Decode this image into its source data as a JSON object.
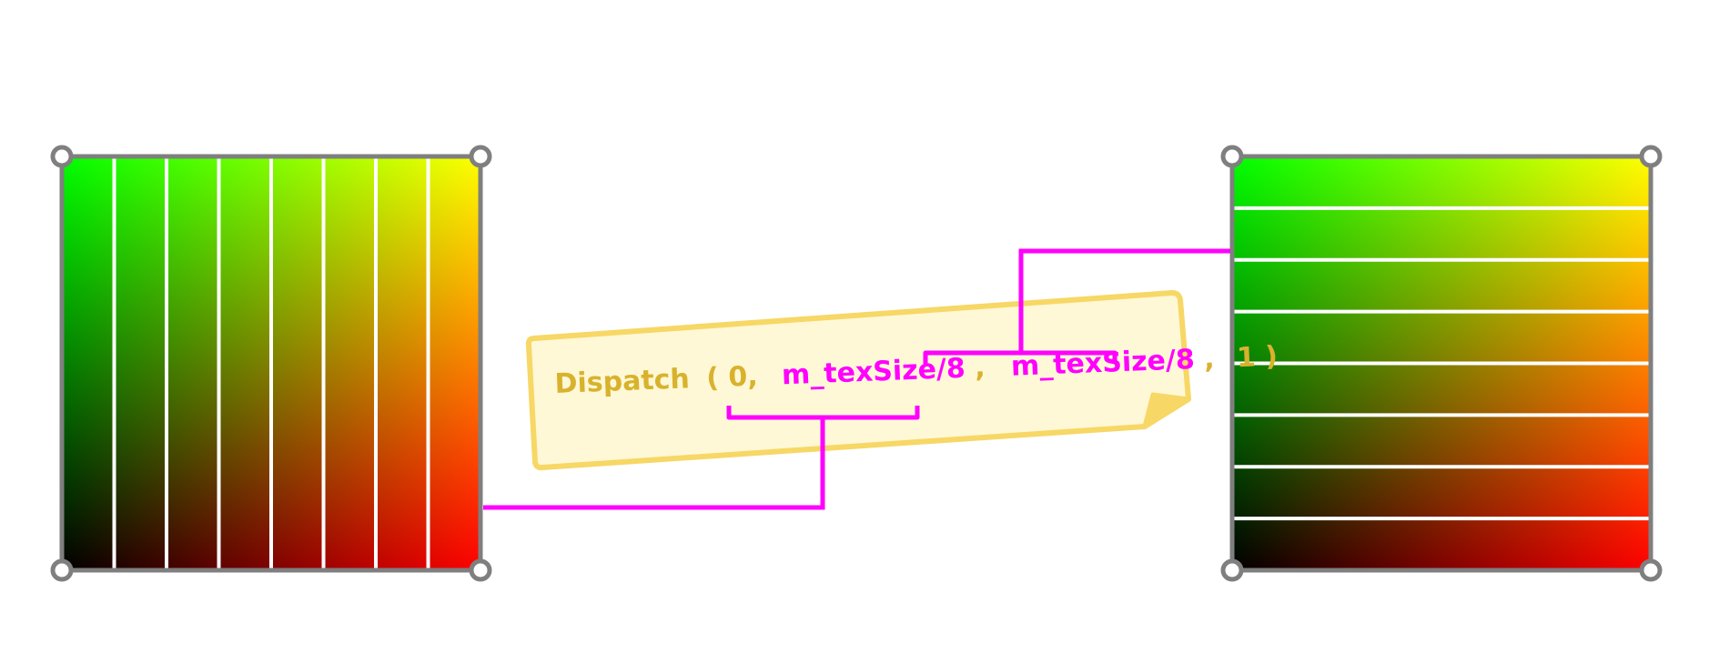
{
  "colors": {
    "background": "#ffffff",
    "frame": "#7f7f7f",
    "divider": "#ffffff",
    "connector": "#ff00ff",
    "note_fill": "#fef8d6",
    "note_border": "#f7d765",
    "text_keyword": "#d9b22d",
    "text_highlight": "#ff00ff",
    "gradient": {
      "bottom_left": "#000000",
      "top_left": "#00ff00",
      "top_right": "#ffff00",
      "bottom_right": "#ff0000"
    }
  },
  "left_texture": {
    "division": "vertical",
    "strips": 8
  },
  "right_texture": {
    "division": "horizontal",
    "strips": 8
  },
  "code": {
    "function": "Dispatch",
    "open_paren": "(",
    "arg0": "0,",
    "arg1": "m_texSize/8",
    "comma1": ",",
    "arg2": "m_texSize/8",
    "comma2": ",",
    "arg3": "1",
    "close_paren": ")"
  }
}
